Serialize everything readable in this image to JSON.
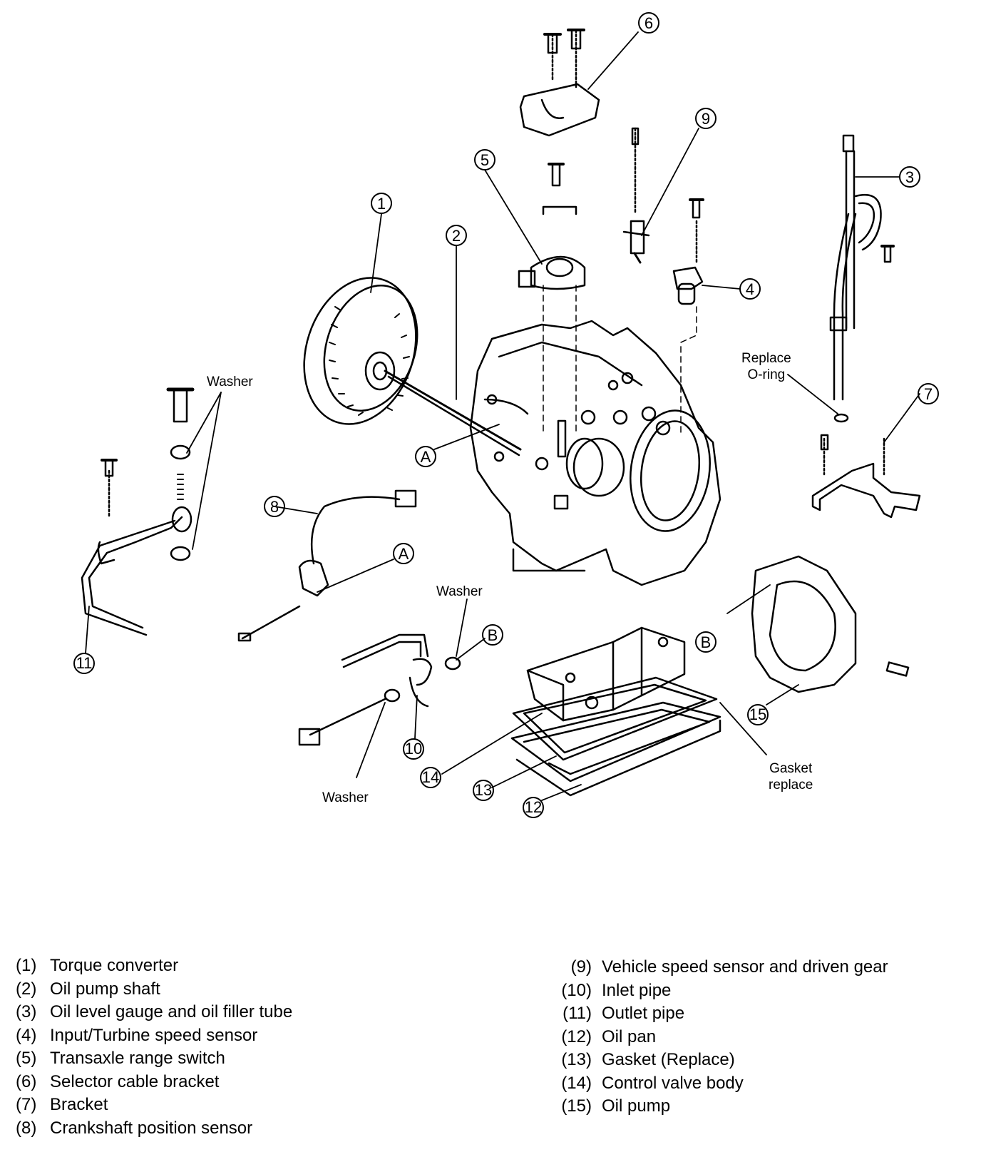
{
  "labels": {
    "washer_1": "Washer",
    "washer_2": "Washer",
    "washer_3": "Washer",
    "replace_oring": "Replace\nO-ring",
    "gasket_replace": "Gasket\nreplace"
  },
  "legend_left": [
    {
      "num": "(1)",
      "text": "Torque converter"
    },
    {
      "num": "(2)",
      "text": "Oil pump shaft"
    },
    {
      "num": "(3)",
      "text": "Oil level gauge and oil filler tube"
    },
    {
      "num": "(4)",
      "text": "Input/Turbine speed sensor"
    },
    {
      "num": "(5)",
      "text": "Transaxle range switch"
    },
    {
      "num": "(6)",
      "text": "Selector cable bracket"
    },
    {
      "num": "(7)",
      "text": "Bracket"
    },
    {
      "num": "(8)",
      "text": "Crankshaft position sensor"
    }
  ],
  "legend_right": [
    {
      "num": "(9)",
      "text": "Vehicle speed sensor and driven gear"
    },
    {
      "num": "(10)",
      "text": "Inlet pipe"
    },
    {
      "num": "(11)",
      "text": "Outlet pipe"
    },
    {
      "num": "(12)",
      "text": "Oil pan"
    },
    {
      "num": "(13)",
      "text": "Gasket (Replace)"
    },
    {
      "num": "(14)",
      "text": "Control valve body"
    },
    {
      "num": "(15)",
      "text": "Oil pump"
    }
  ],
  "callouts": [
    "1",
    "2",
    "3",
    "4",
    "5",
    "6",
    "7",
    "8",
    "9",
    "10",
    "11",
    "12",
    "13",
    "14",
    "15",
    "A",
    "A",
    "B",
    "B"
  ]
}
